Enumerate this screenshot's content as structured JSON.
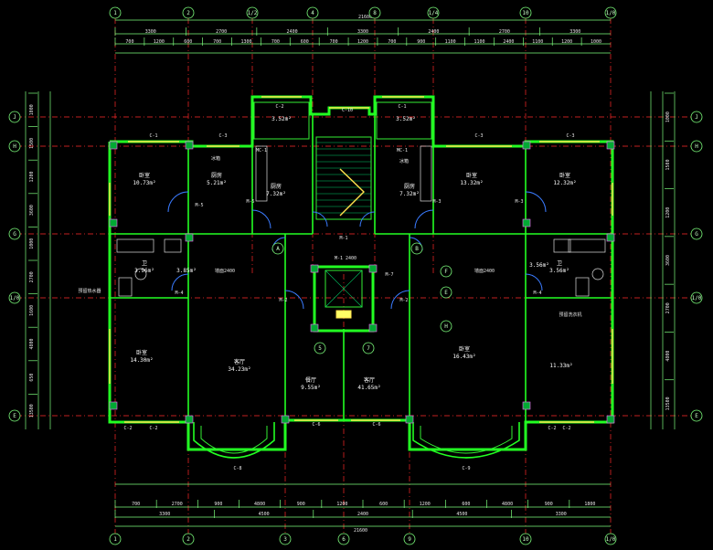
{
  "grid_top": [
    "1",
    "2",
    "1/2",
    "4",
    "8",
    "1/4",
    "10",
    "1/0"
  ],
  "grid_bottom": [
    "1",
    "2",
    "3",
    "6",
    "9",
    "10",
    "1/0"
  ],
  "grid_left": [
    "J",
    "H",
    "G",
    "1/0",
    "E"
  ],
  "grid_right": [
    "J",
    "H",
    "G",
    "1/0",
    "E"
  ],
  "grid_inner": [
    "A",
    "B",
    "5",
    "7",
    "F",
    "E",
    "H"
  ],
  "top_total": "21600",
  "top_row1": [
    "3300",
    "2700",
    "2400",
    "3300",
    "2400",
    "2700",
    "3300"
  ],
  "top_row2": [
    "700",
    "1200",
    "600",
    "700",
    "1300",
    "700",
    "600",
    "700",
    "1200",
    "700",
    "900",
    "1100",
    "1100",
    "2400",
    "1100",
    "1200",
    "1000"
  ],
  "bottom_total": "21600",
  "bottom_row1": [
    "700",
    "2700",
    "900",
    "4800",
    "900",
    "1200",
    "600",
    "1200",
    "600",
    "4800",
    "900",
    "1800"
  ],
  "bottom_row2": [
    "3300",
    "4500",
    "2400",
    "4500",
    "3300"
  ],
  "left_dims": [
    "1000",
    "1500",
    "1200",
    "3600",
    "1000",
    "2700",
    "1600",
    "4800",
    "650",
    "13500"
  ],
  "right_dims": [
    "1000",
    "1500",
    "1200",
    "3600",
    "2700",
    "4800",
    "13500"
  ],
  "rooms": [
    {
      "name": "卧室",
      "area": "10.73m²"
    },
    {
      "name": "厨房",
      "area": "5.21m²"
    },
    {
      "name": "厨房",
      "area": "7.32m²"
    },
    {
      "name": "厨房",
      "area": "7.32m²"
    },
    {
      "name": "卧室",
      "area": "13.32m²"
    },
    {
      "name": "卧室",
      "area": "12.32m²"
    },
    {
      "name": "卫",
      "area": "3.96m²"
    },
    {
      "name": "卫",
      "area": "3.56m²"
    },
    {
      "name": "",
      "area": "3.52m²"
    },
    {
      "name": "",
      "area": "3.52m²"
    },
    {
      "name": "卧室",
      "area": "14.30m²"
    },
    {
      "name": "客厅",
      "area": "34.23m²"
    },
    {
      "name": "餐厅",
      "area": "9.55m²"
    },
    {
      "name": "客厅",
      "area": "41.65m²"
    },
    {
      "name": "卧室",
      "area": "16.43m²"
    },
    {
      "name": "",
      "area": "11.33m²"
    },
    {
      "name": "",
      "area": "3.85m²"
    },
    {
      "name": "",
      "area": "3.56m²"
    }
  ],
  "win_labels": [
    "C-1",
    "C-3",
    "C-2",
    "C-1",
    "C-3",
    "C-3",
    "C-10",
    "C-2",
    "C-2",
    "C-6",
    "C-6",
    "C-8",
    "C-9",
    "C-2",
    "C-2"
  ],
  "door_labels": [
    "M-5",
    "M-5",
    "M-3",
    "M-3",
    "M-4",
    "M-4",
    "M-2",
    "M-2",
    "M-7",
    "M-1",
    "MC-1",
    "MC-1"
  ],
  "misc_labels": [
    "墙面2400",
    "墙面2400",
    "冰箱",
    "冰箱",
    "M-1 2400",
    "预留热水器",
    "预留洗衣机"
  ],
  "colors": {
    "wall": "#22ff22",
    "grid": "#ff2a2a",
    "window": "#ffe14d",
    "door": "#3a7bff",
    "text": "#e6e6e6"
  }
}
